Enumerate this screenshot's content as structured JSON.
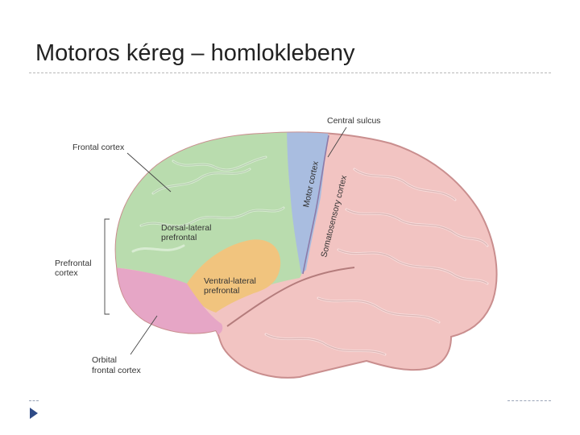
{
  "slide": {
    "title": "Motoros kéreg – homloklebeny"
  },
  "diagram": {
    "labels": {
      "central_sulcus": "Central sulcus",
      "frontal_cortex": "Frontal cortex",
      "motor_cortex": "Motor cortex",
      "somatosensory_cortex": "Somatosensory cortex",
      "dorsal_lateral_prefrontal": [
        "Dorsal-lateral",
        "prefrontal"
      ],
      "prefrontal_cortex": [
        "Prefrontal",
        "cortex"
      ],
      "ventral_lateral_prefrontal": [
        "Ventral-lateral",
        "prefrontal"
      ],
      "orbital_frontal_cortex": [
        "Orbital",
        "frontal cortex"
      ]
    },
    "region_colors": {
      "frontal": "#b9dcae",
      "motor": "#a9bde0",
      "parietal_temporal": "#f2c4c2",
      "orbital": "#e6a6c6",
      "ventral_lateral": "#f1c47e"
    }
  }
}
